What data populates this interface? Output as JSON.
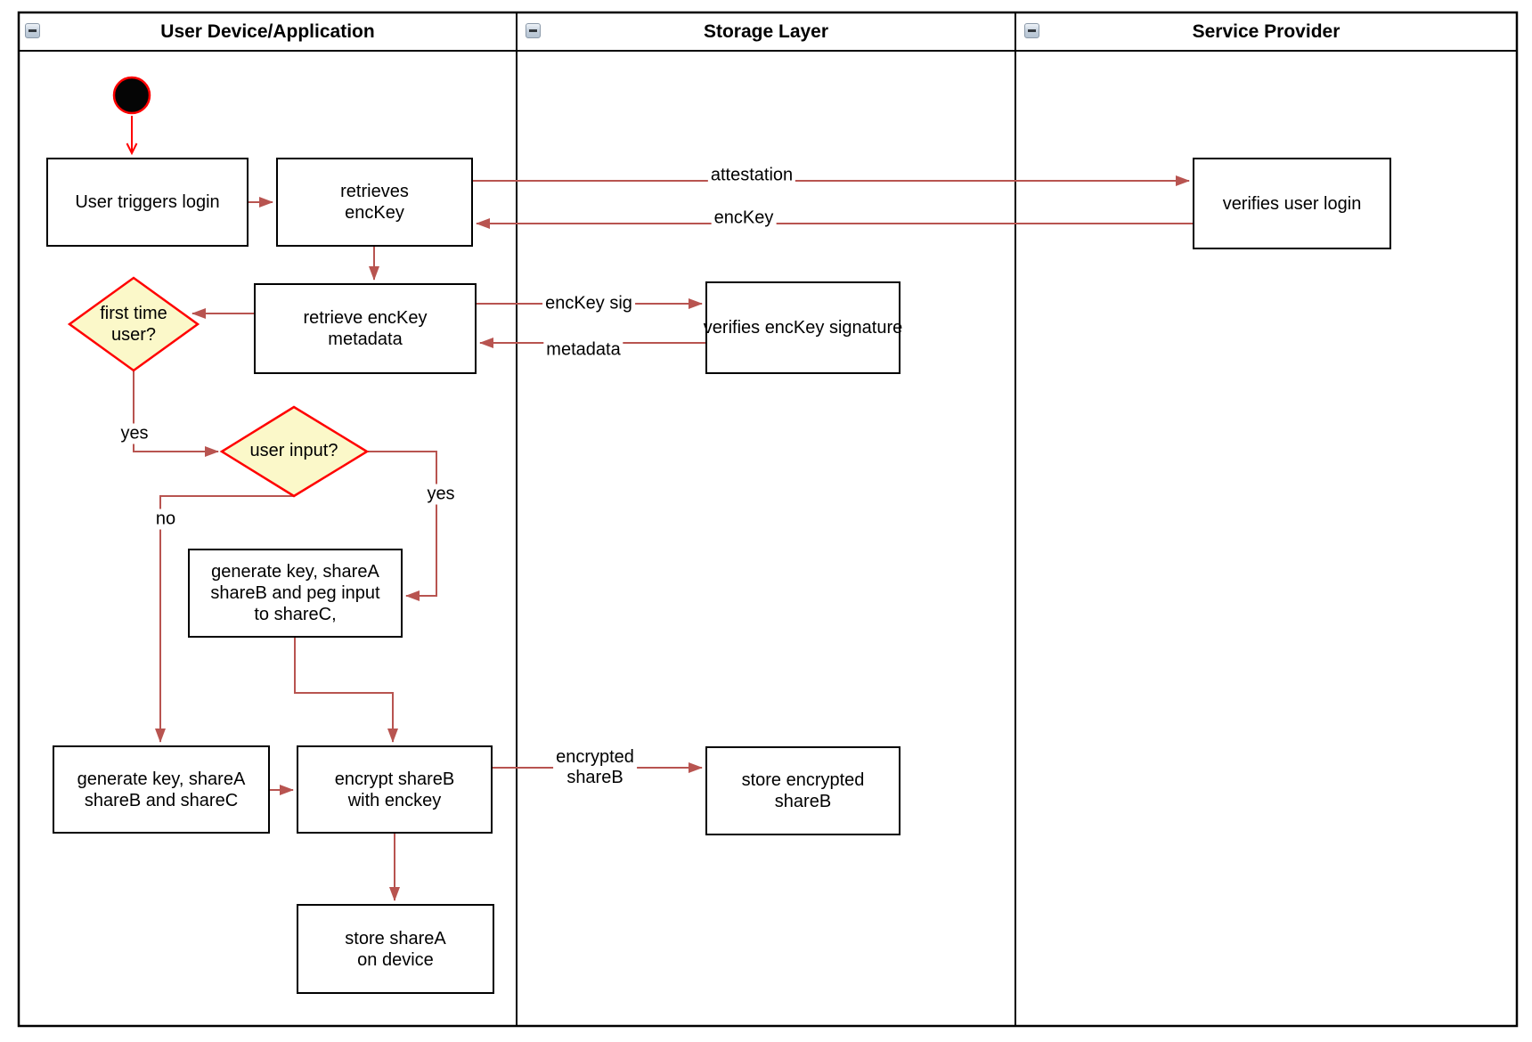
{
  "lanes": [
    {
      "title": "User Device/Application"
    },
    {
      "title": "Storage Layer"
    },
    {
      "title": "Service Provider"
    }
  ],
  "nodes": {
    "user_triggers_login": "User triggers login",
    "retrieves_enckey": "retrieves\nencKey",
    "verifies_user_login": "verifies user login",
    "retrieve_enckey_metadata": "retrieve encKey\nmetadata",
    "verifies_enckey_signature": "verifies encKey signature",
    "generate_key_peg": "generate key, shareA\nshareB and peg input\nto shareC,",
    "generate_key_abc": "generate key, shareA\nshareB and shareC",
    "encrypt_shareb": "encrypt shareB\nwith enckey",
    "store_encrypted_shareb": "store encrypted\nshareB",
    "store_sharea": "store shareA\non device"
  },
  "decisions": {
    "first_time_user": "first time\nuser?",
    "user_input": "user input?"
  },
  "edge_labels": {
    "attestation": "attestation",
    "enckey": "encKey",
    "enckey_sig": "encKey sig",
    "metadata": "metadata",
    "encrypted_shareb": "encrypted\nshareB",
    "yes_first": "yes",
    "yes_input": "yes",
    "no_input": "no"
  },
  "colors": {
    "connector": "#B85450",
    "flow_accent": "#FF0000",
    "decision_fill": "#FBF8C9",
    "decision_border": "#FF0000",
    "shape_border": "#000000",
    "shape_fill": "#FFFFFF"
  }
}
